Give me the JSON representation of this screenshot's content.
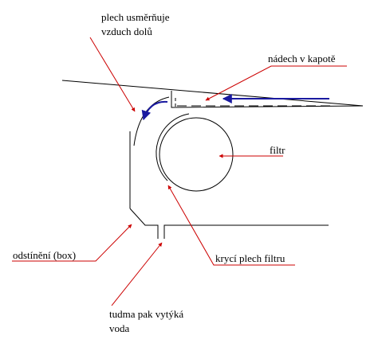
{
  "labels": {
    "deflector": [
      "plech usměrňuje",
      "vzduch dolů"
    ],
    "hood_scoop": "nádech v kapotě",
    "filter": "filtr",
    "shield_box": "odstínění (box)",
    "filter_cover": "krycí plech filtru",
    "drain": [
      "tudma pak vytýká",
      "voda"
    ]
  },
  "colors": {
    "leader_line": "#cc0000",
    "airflow_arrow": "#1a1aa0",
    "outline": "#000000",
    "label_text": "#000000"
  }
}
